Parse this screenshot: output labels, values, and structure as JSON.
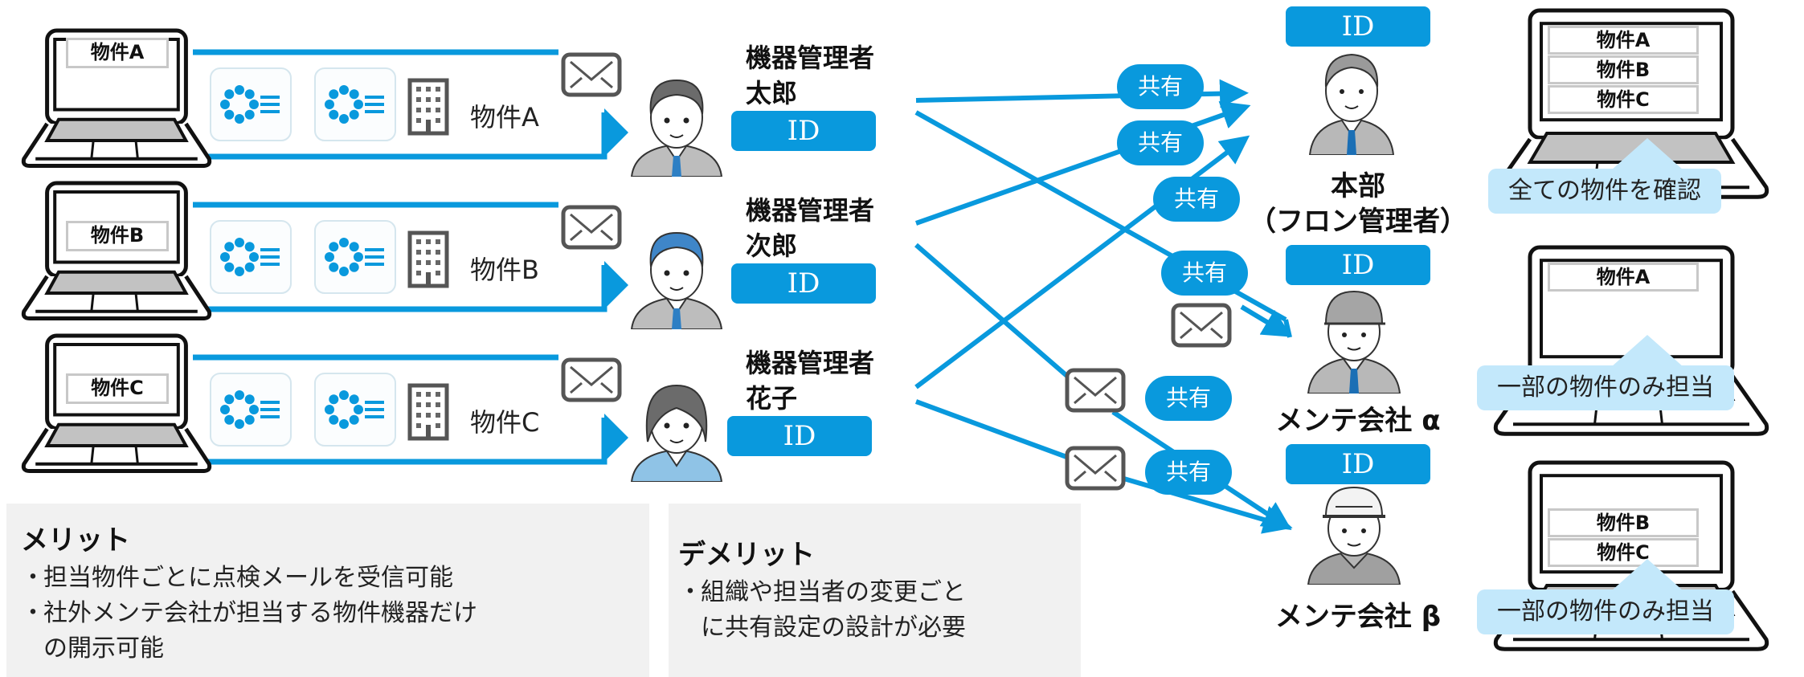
{
  "colors": {
    "accent_blue": "#0999dd",
    "callout_blue": "#c3e8fb",
    "note_bg": "#f1f1f1",
    "icon_gray": "#555555"
  },
  "properties": [
    {
      "laptop_label": "物件A",
      "row_label": "物件A"
    },
    {
      "laptop_label": "物件B",
      "row_label": "物件B"
    },
    {
      "laptop_label": "物件C",
      "row_label": "物件C"
    }
  ],
  "icons": {
    "laptop": "laptop-icon",
    "ac_unit": "air-conditioner-icon",
    "building": "building-icon",
    "mail": "envelope-icon",
    "person": "person-avatar-icon"
  },
  "managers": [
    {
      "title": "機器管理者",
      "name": "太郎",
      "id_label": "ID"
    },
    {
      "title": "機器管理者",
      "name": "次郎",
      "id_label": "ID"
    },
    {
      "title": "機器管理者",
      "name": "花子",
      "id_label": "ID"
    }
  ],
  "share_label": "共有",
  "recipients": [
    {
      "id_label": "ID",
      "name_line1": "本部",
      "name_line2": "（フロン管理者）",
      "screen_items": [
        "物件A",
        "物件B",
        "物件C"
      ],
      "callout": "全ての物件を確認"
    },
    {
      "id_label": "ID",
      "name_line1": "メンテ会社 α",
      "name_line2": "",
      "screen_items": [
        "物件A"
      ],
      "callout": "一部の物件のみ担当"
    },
    {
      "id_label": "ID",
      "name_line1": "メンテ会社 β",
      "name_line2": "",
      "screen_items": [
        "物件B",
        "物件C"
      ],
      "callout": "一部の物件のみ担当"
    }
  ],
  "merits": {
    "title": "メリット",
    "bullet": "・",
    "items": [
      "担当物件ごとに点検メールを受信可能",
      "社外メンテ会社が担当する物件機器だけ",
      "の開示可能"
    ]
  },
  "demerits": {
    "title": "デメリット",
    "bullet": "・",
    "items": [
      "組織や担当者の変更ごと",
      "に共有設定の設計が必要"
    ]
  }
}
